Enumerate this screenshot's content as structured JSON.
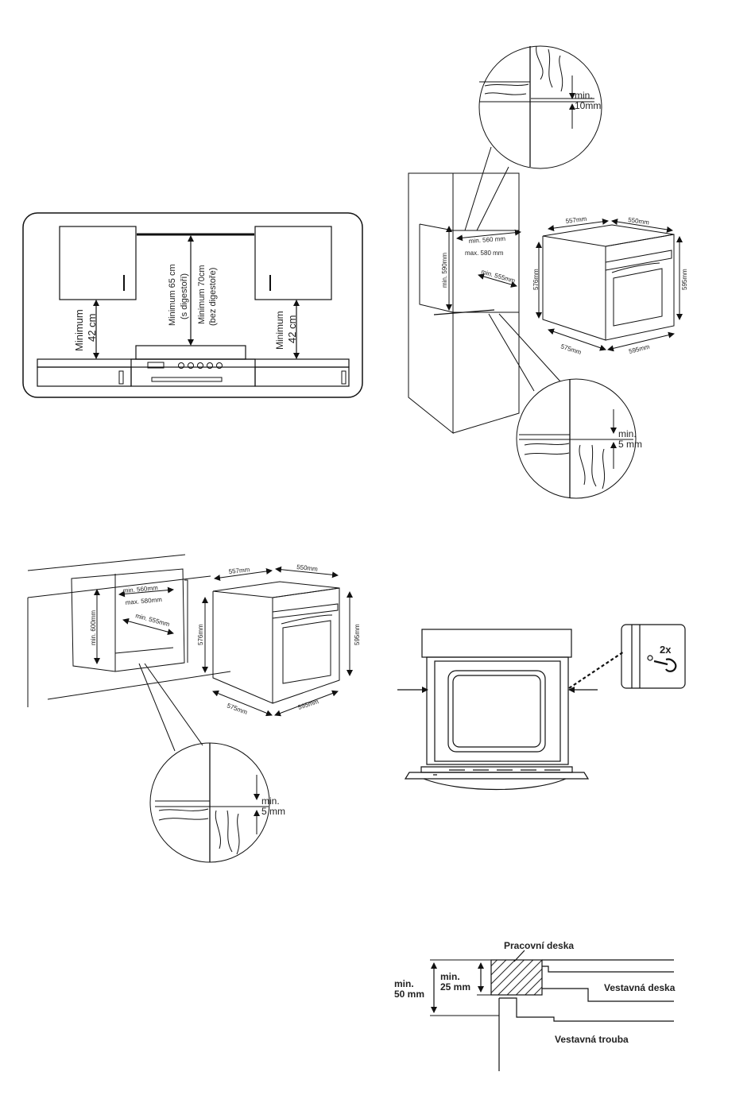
{
  "fig_hood": {
    "min_left_1": "Minimum",
    "min_left_2": "42 cm",
    "min_right_1": "Minimum",
    "min_right_2": "42 cm",
    "hood_line_1": "Minimum 65 cm",
    "hood_line_2": "(s digestoří)",
    "nohood_line_1": "Minimum 70cm",
    "nohood_line_2": "(bez digestoře)"
  },
  "fig_tall": {
    "zoom_top_1": "min.",
    "zoom_top_2": "10mm",
    "niche_w_min": "min. 560 mm",
    "niche_w_max": "max. 580 mm",
    "niche_h": "min. 590mm",
    "niche_d": "min. 555mm",
    "oven_top_w": "557mm",
    "oven_top_d": "550mm",
    "oven_h_front": "576mm",
    "oven_h_side": "595mm",
    "oven_bot_d": "575mm",
    "oven_bot_w": "595mm",
    "zoom_bot_1": "min.",
    "zoom_bot_2": "5 mm"
  },
  "fig_under": {
    "niche_w_min": "min. 560mm",
    "niche_w_max": "max. 580mm",
    "niche_h": "min. 600mm",
    "niche_d": "min. 555mm",
    "oven_top_w": "557mm",
    "oven_top_d": "550mm",
    "oven_h_front": "576mm",
    "oven_h_side": "595mm",
    "oven_bot_d": "575mm",
    "oven_bot_w": "595mm",
    "zoom_1": "min.",
    "zoom_2": "5 mm"
  },
  "fig_screws": {
    "count": "2x"
  },
  "fig_section": {
    "worktop": "Pracovní deska",
    "hob": "Vestavná deska",
    "oven": "Vestavná trouba",
    "gap25_1": "min.",
    "gap25_2": "25 mm",
    "gap50_1": "min.",
    "gap50_2": "50 mm"
  }
}
